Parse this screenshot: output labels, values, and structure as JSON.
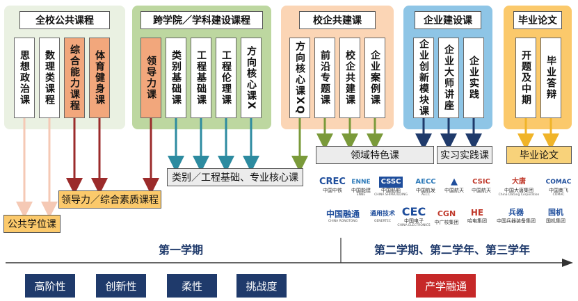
{
  "groups": {
    "public": {
      "title": "全校公共课程",
      "cols": [
        "思想政治课",
        "数理类课程",
        "综合能力课程",
        "体育健身课"
      ]
    },
    "cross": {
      "title": "跨学院／学科建设课程",
      "cols": [
        "领导力课",
        "类别基础课",
        "工程基础课",
        "工程伦理课",
        "方向核心课X"
      ]
    },
    "school_enterprise": {
      "title": "校企共建课",
      "cols": [
        "方向核心课XQ",
        "前沿专题课",
        "校企共建课",
        "企业案例课"
      ]
    },
    "enterprise": {
      "title": "企业建设课",
      "cols": [
        "企业创新模块课",
        "企业大师讲座",
        "企业实践"
      ]
    },
    "thesis": {
      "title": "毕业论文",
      "cols": [
        "开题及中期",
        "毕业答辩"
      ]
    }
  },
  "outputs": {
    "domain": "领域特色课",
    "practice": "实习实践课",
    "thesis": "毕业论文",
    "category": "类别／工程基础、专业核心课",
    "leadership": "领导力／综合素质课程",
    "public_degree": "公共学位课"
  },
  "logos_row1": [
    {
      "mark": "CREC",
      "cn": "中国中铁",
      "en": "",
      "color": "#1f4e9c"
    },
    {
      "mark": "ENNE",
      "cn": "中国能建",
      "en": "ENNE",
      "color": "#2a78b8"
    },
    {
      "mark": "CSSC",
      "cn": "中国船舶",
      "en": "CHINA SHIPBUILDING",
      "color": "#1f4e9c"
    },
    {
      "mark": "AECC",
      "cn": "中国航发",
      "en": "AECC",
      "color": "#2a78b8"
    },
    {
      "mark": "▲",
      "cn": "中国航天",
      "en": "",
      "color": "#1f4e9c"
    },
    {
      "mark": "CSIC",
      "cn": "中国航天",
      "en": "",
      "color": "#c0392b"
    },
    {
      "mark": "大唐",
      "cn": "中国大唐集团",
      "en": "China Datang Corporation",
      "color": "#c0392b"
    },
    {
      "mark": "COMAC",
      "cn": "中国商飞",
      "en": "COMAC",
      "color": "#1f4e9c"
    }
  ],
  "logos_row2": [
    {
      "mark": "中国融通",
      "cn": "CHINA RONGTONG",
      "en": "",
      "color": "#1f4e9c"
    },
    {
      "mark": "通用技术",
      "cn": "GENERTEC",
      "en": "",
      "color": "#1f4e9c"
    },
    {
      "mark": "CEC",
      "cn": "中国电子",
      "en": "CHINA ELECTRONICS",
      "color": "#1f4e9c"
    },
    {
      "mark": "CGN",
      "cn": "中广核集团",
      "en": "",
      "color": "#c0392b"
    },
    {
      "mark": "HE",
      "cn": "哈电集团",
      "en": "",
      "color": "#c0392b"
    },
    {
      "mark": "兵器",
      "cn": "中国兵器装备集团",
      "en": "",
      "color": "#1f4e9c"
    },
    {
      "mark": "国机",
      "cn": "国机集团",
      "en": "",
      "color": "#1f4e9c"
    }
  ],
  "timeline": {
    "left": "第一学期",
    "right": "第二学期、第二学年、第三学年"
  },
  "labels": [
    "高阶性",
    "创新性",
    "柔性",
    "挑战度"
  ],
  "highlight": "产学融通"
}
